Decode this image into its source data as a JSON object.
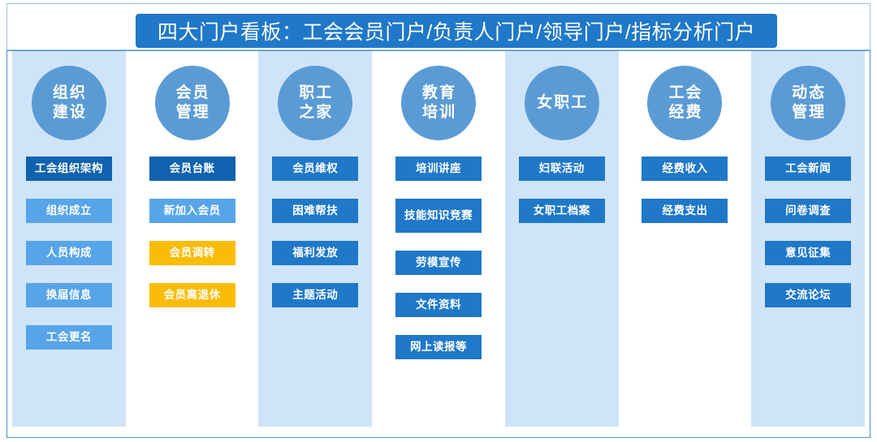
{
  "header": {
    "title": "四大门户看板：工会会员门户/负责人门户/领导门户/指标分析门户",
    "title_bg": "#1f78c8",
    "title_color": "#ffffff"
  },
  "theme": {
    "panel_shaded_bg": "#cfe4f9",
    "panel_plain_bg": "#ffffff",
    "circle_bg": "#5b9bd5",
    "item_dark": "#0f62ad",
    "item_blue": "#1f78c8",
    "item_light": "#57a5e8",
    "item_amber": "#fbbc08",
    "frame_border": "#9dc3e6",
    "board_border": "#4a90d9"
  },
  "columns": [
    {
      "id": "org-building",
      "shaded": true,
      "head_lines": [
        "组织",
        "建设"
      ],
      "items": [
        {
          "label": "工会组织架构",
          "style": "dark",
          "lines": 1
        },
        {
          "label": "组织成立",
          "style": "light",
          "lines": 1
        },
        {
          "label": "人员构成",
          "style": "light",
          "lines": 1
        },
        {
          "label": "换届信息",
          "style": "light",
          "lines": 1
        },
        {
          "label": "工会更名",
          "style": "light",
          "lines": 1
        }
      ]
    },
    {
      "id": "member-management",
      "shaded": false,
      "head_lines": [
        "会员",
        "管理"
      ],
      "items": [
        {
          "label": "会员台账",
          "style": "dark",
          "lines": 1
        },
        {
          "label": "新加入会员",
          "style": "light",
          "lines": 1
        },
        {
          "label": "会员调转",
          "style": "amber",
          "lines": 1
        },
        {
          "label": "会员离退休",
          "style": "amber",
          "lines": 1
        }
      ]
    },
    {
      "id": "workers-home",
      "shaded": true,
      "head_lines": [
        "职工",
        "之家"
      ],
      "items": [
        {
          "label": "会员维权",
          "style": "blue",
          "lines": 1
        },
        {
          "label": "困难帮扶",
          "style": "blue",
          "lines": 1
        },
        {
          "label": "福利发放",
          "style": "blue",
          "lines": 1
        },
        {
          "label": "主题活动",
          "style": "blue",
          "lines": 1
        }
      ]
    },
    {
      "id": "education-training",
      "shaded": false,
      "head_lines": [
        "教育",
        "培训"
      ],
      "items": [
        {
          "label": "培训讲座",
          "style": "blue",
          "lines": 1
        },
        {
          "label": "技能知识竞赛",
          "style": "blue",
          "lines": 2
        },
        {
          "label": "劳模宣传",
          "style": "blue",
          "lines": 1
        },
        {
          "label": "文件资料",
          "style": "blue",
          "lines": 1
        },
        {
          "label": "网上读报等",
          "style": "blue",
          "lines": 1
        }
      ]
    },
    {
      "id": "female-workers",
      "shaded": true,
      "head_lines": [
        "女职工"
      ],
      "items": [
        {
          "label": "妇联活动",
          "style": "blue",
          "lines": 1
        },
        {
          "label": "女职工档案",
          "style": "blue",
          "lines": 1
        }
      ]
    },
    {
      "id": "union-funds",
      "shaded": false,
      "head_lines": [
        "工会",
        "经费"
      ],
      "items": [
        {
          "label": "经费收入",
          "style": "blue",
          "lines": 1
        },
        {
          "label": "经费支出",
          "style": "blue",
          "lines": 1
        }
      ]
    },
    {
      "id": "dynamic-management",
      "shaded": true,
      "head_lines": [
        "动态",
        "管理"
      ],
      "items": [
        {
          "label": "工会新闻",
          "style": "blue",
          "lines": 1
        },
        {
          "label": "问卷调查",
          "style": "blue",
          "lines": 1
        },
        {
          "label": "意见征集",
          "style": "blue",
          "lines": 1
        },
        {
          "label": "交流论坛",
          "style": "blue",
          "lines": 1
        }
      ]
    }
  ]
}
